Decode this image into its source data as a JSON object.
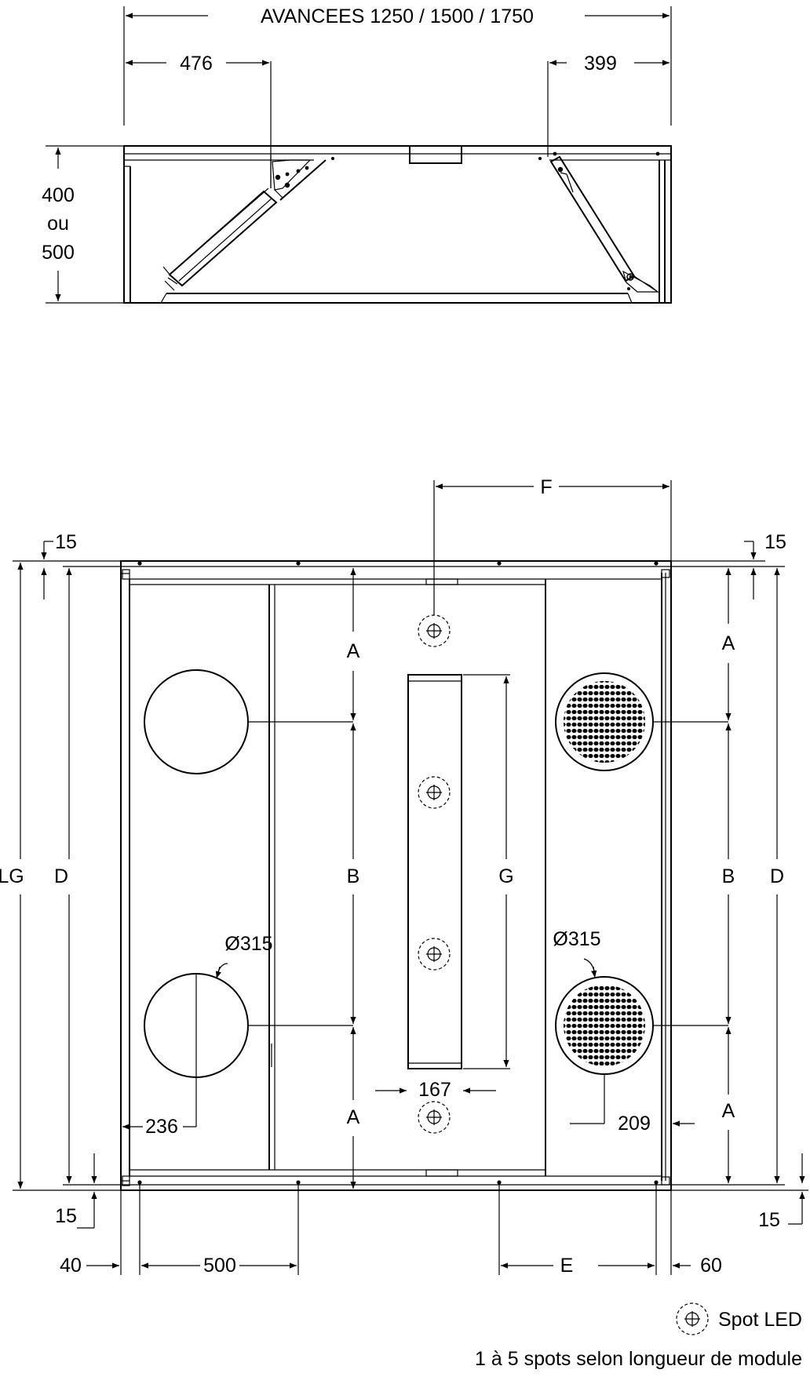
{
  "elevation": {
    "title": "AVANCEES 1250 / 1500 / 1750",
    "dim_left": "476",
    "dim_right": "399",
    "height_1": "400",
    "height_2": "ou",
    "height_3": "500"
  },
  "plan": {
    "label_f": "F",
    "label_lg": "LG",
    "label_d": "D",
    "label_a": "A",
    "label_b": "B",
    "label_g": "G",
    "label_e": "E",
    "dia_left": "Ø315",
    "dia_right": "Ø315",
    "dim_236": "236",
    "dim_167": "167",
    "dim_209": "209",
    "dim_15": "15",
    "dim_40": "40",
    "dim_500": "500",
    "dim_60": "60"
  },
  "legend": {
    "spot": "Spot LED",
    "note": "1 à 5 spots selon longueur de module"
  }
}
